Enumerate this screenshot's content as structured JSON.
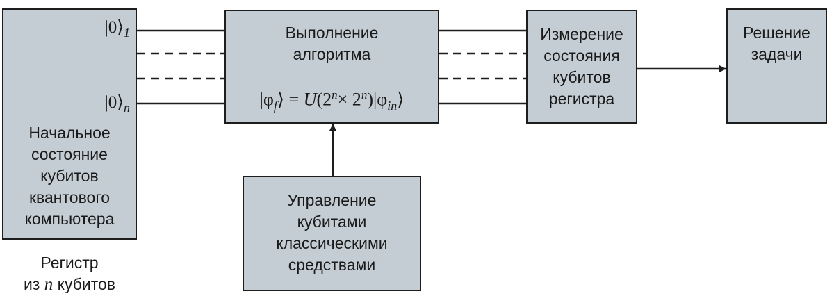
{
  "register_box": {
    "ket_first": "|0⟩",
    "ket_first_sub": "1",
    "ket_last": "|0⟩",
    "ket_last_sub": "n",
    "lines": [
      "Начальное",
      "состояние",
      "кубитов",
      "квантового",
      "компьютера"
    ]
  },
  "register_caption": {
    "line1": "Регистр",
    "line2_prefix": "из ",
    "line2_var": "n",
    "line2_suffix": " кубитов"
  },
  "algorithm_box": {
    "lines": [
      "Выполнение",
      "алгоритма"
    ],
    "formula": {
      "lhs": "|φ",
      "lhs_sub": "f",
      "lhs_close": "⟩",
      "eq": " = ",
      "op": "U",
      "open": "(2",
      "exp1": "n",
      "times": "× 2",
      "exp2": "n",
      "close": ")",
      "rhs": "|φ",
      "rhs_sub": "in",
      "rhs_close": "⟩"
    }
  },
  "control_box": {
    "lines": [
      "Управление",
      "кубитами",
      "классическими",
      "средствами"
    ]
  },
  "measure_box": {
    "lines": [
      "Измерение",
      "состояния",
      "кубитов",
      "регистра"
    ]
  },
  "solution_box": {
    "lines": [
      "Решение",
      "задачи"
    ]
  },
  "colors": {
    "box_fill": "#c4cdd3",
    "stroke": "#1d1d1d",
    "text": "#1a1a1a"
  }
}
